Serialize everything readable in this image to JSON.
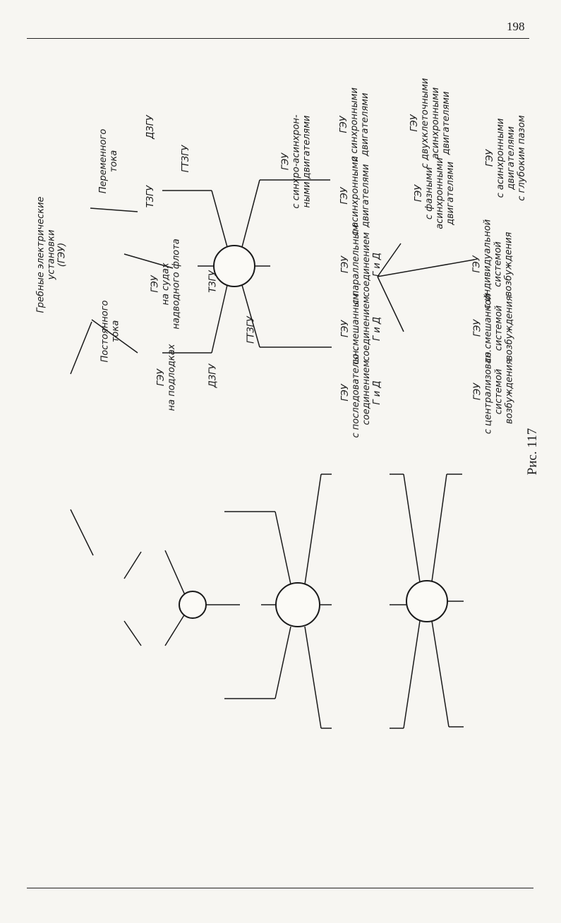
{
  "page_number": "198",
  "figure_caption": "Рис. 117",
  "nodes": {
    "root": [
      "Гребные электрические",
      "установки",
      "(ГЭУ)"
    ],
    "ac": [
      "Переменного",
      "тока"
    ],
    "dc": [
      "Постоянного",
      "тока"
    ],
    "ac_dzgu": [
      "ДЗГУ"
    ],
    "ac_gtzgu": [
      "ГТЗГУ"
    ],
    "ac_tzgu": [
      "ТЗГУ"
    ],
    "ac_sync": [
      "ГЭУ",
      "с синхронными",
      "двигателями"
    ],
    "ac_syncasync": [
      "ГЭУ",
      "с синхро-асинхрон-",
      "ными двигателями"
    ],
    "ac_async": [
      "ГЭУ",
      "с асинхронными",
      "двигателями"
    ],
    "ac_twocage": [
      "ГЭУ",
      "с двухклеточными",
      "асинхронными",
      "двигателями"
    ],
    "ac_deepslot": [
      "ГЭУ",
      "с асинхронными",
      "двигателями",
      "с глубоким пазом"
    ],
    "ac_phase": [
      "ГЭУ",
      "с фазными",
      "асинхронными",
      "двигателями"
    ],
    "dc_surface": [
      "ГЭУ",
      "на судах",
      "надводного флота"
    ],
    "dc_submarine": [
      "ГЭУ",
      "на подлодках"
    ],
    "dc_tzgu": [
      "ТЗГУ"
    ],
    "dc_gtzgu": [
      "ГТЗГУ"
    ],
    "dc_dzgu": [
      "ДЗГУ"
    ],
    "dc_parallel": [
      "ГЭУ",
      "с параллельным",
      "соединением",
      "Г и Д"
    ],
    "dc_mixed": [
      "ГЭУ",
      "со смешанным",
      "соединением",
      "Г и Д"
    ],
    "dc_series": [
      "ГЭУ",
      "с последовательн.",
      "соединением",
      "Г и Д"
    ],
    "dc_individual": [
      "ГЭУ",
      "с индивидуальной",
      "системой",
      "возбуждения"
    ],
    "dc_mixedexc": [
      "ГЭУ",
      "со смешанной",
      "системой",
      "возбуждения"
    ],
    "dc_central": [
      "ГЭУ",
      "с централизован.",
      "системой",
      "возбуждения"
    ]
  }
}
